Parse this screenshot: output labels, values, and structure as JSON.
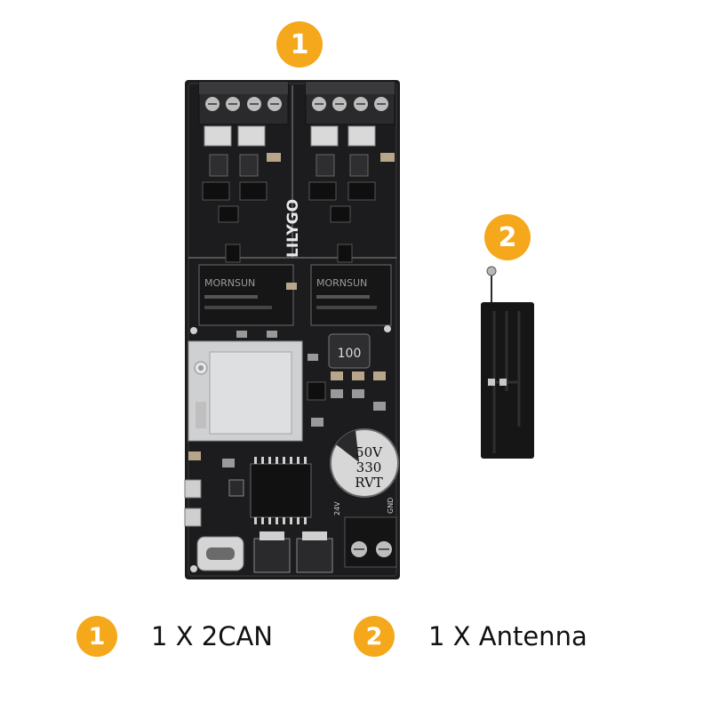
{
  "colors": {
    "badge": "#f5a81c",
    "pcb": "#1c1c1e",
    "silkscreen": "#d8d8d8",
    "copper": "#c9c9c9"
  },
  "product": {
    "brand": "LILYGO",
    "module_mark": "MORNSUN",
    "inductor_mark": "100",
    "capacitor_lines": [
      "50V",
      "330",
      "RVT"
    ],
    "label_gnd": "GND",
    "label_vin": "24V"
  },
  "items": [
    {
      "number": "1",
      "caption": "1 X 2CAN"
    },
    {
      "number": "2",
      "caption": "1 X Antenna"
    }
  ],
  "legend_icons": [
    "pcb-board",
    "flex-antenna"
  ]
}
